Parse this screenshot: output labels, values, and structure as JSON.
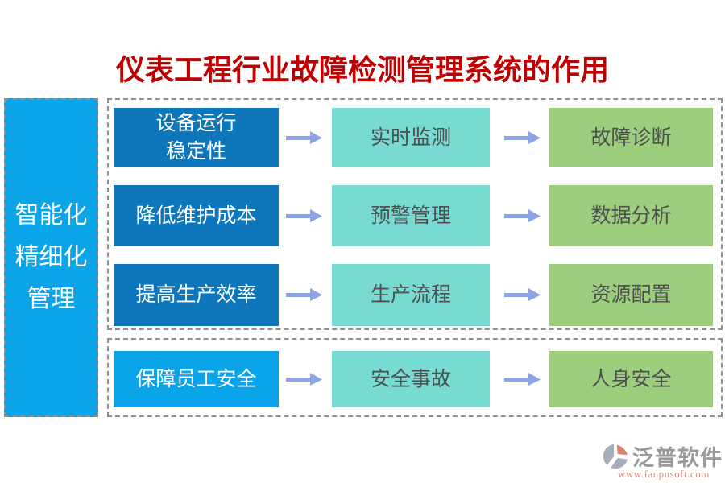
{
  "title": "仪表工程行业故障检测管理系统的作用",
  "sidebar": {
    "label": "智能化\n精细化\n管理"
  },
  "flow": {
    "groups": [
      {
        "rows": [
          {
            "source": "设备运行\n稳定性",
            "process": "实时监测",
            "result": "故障诊断"
          },
          {
            "source": "降低维护成本",
            "process": "预警管理",
            "result": "数据分析"
          },
          {
            "source": "提高生产效率",
            "process": "生产流程",
            "result": "资源配置"
          }
        ]
      },
      {
        "rows": [
          {
            "source": "保障员工安全",
            "process": "安全事故",
            "result": "人身安全"
          }
        ]
      }
    ]
  },
  "footer": {
    "brand": "泛普软件",
    "url": "www.fanpusoft.com"
  },
  "icons": {
    "arrow": "arrow-right-icon",
    "logo": "fanpu-logo-icon"
  },
  "colors": {
    "title_red": "#c00000",
    "sidebar_blue": "#0aa5e9",
    "source_dark_blue": "#0e76ba",
    "source_bright_blue": "#0aa5e9",
    "process_teal": "#77dbd2",
    "result_green": "#9cce7d",
    "arrow_blue": "#8ca3e6",
    "dashed_border_gray": "#8f8f8f",
    "box_text_gray": "#4f4f4f",
    "brand_gray": "#9a9a9a",
    "brand_url_pink": "#dd8f85"
  }
}
